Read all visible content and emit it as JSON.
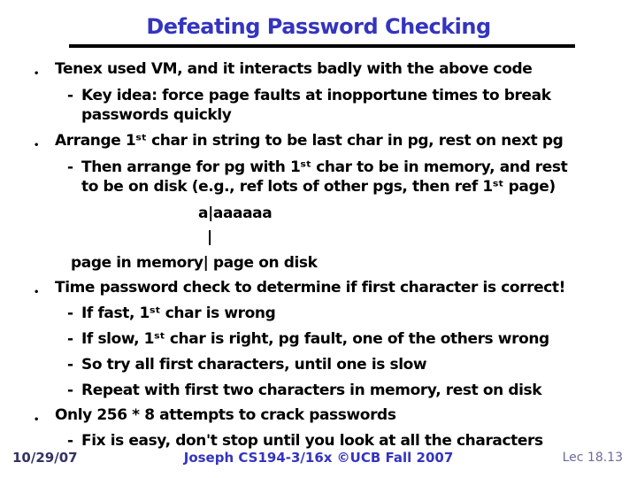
{
  "slide": {
    "title": "Defeating Password Checking",
    "bullet_char": "•",
    "dash_char": "-",
    "lines": [
      {
        "text": "Tenex used VM, and it interacts badly with the above code"
      },
      {
        "text": "Key idea: force page faults at inopportune times to break"
      },
      {
        "text": "passwords quickly"
      },
      {
        "text": "Arrange 1ˢᵗ char in string to be last char in pg, rest on next pg"
      },
      {
        "text": "Then arrange for pg with 1ˢᵗ char to be in memory, and rest"
      },
      {
        "text": "to be on disk (e.g., ref lots of other pgs, then ref 1ˢᵗ page)"
      },
      {
        "text": "a|aaaaaa"
      },
      {
        "text": "|"
      },
      {
        "text": "page in memory| page on disk"
      },
      {
        "text": "Time password check to determine if first character is correct!"
      },
      {
        "text": "If fast, 1ˢᵗ char is wrong"
      },
      {
        "text": "If slow, 1ˢᵗ char is right, pg fault, one of the others wrong"
      },
      {
        "text": "So try all first characters, until one is slow"
      },
      {
        "text": "Repeat with first two characters in memory, rest on disk"
      },
      {
        "text": "Only 256 * 8 attempts to crack passwords"
      },
      {
        "text": "Fix is easy, don't stop until you look at all the characters"
      }
    ],
    "footer": {
      "left": "10/29/07",
      "center": "Joseph CS194-3/16x ©UCB Fall 2007",
      "right": "Lec 18.13"
    },
    "colors": {
      "title_blue": "#3434c0",
      "body_black": "#000000",
      "footer_navy": "#333366",
      "footer_blue": "#3434c0",
      "footer_slate": "#6b6b9b"
    }
  }
}
